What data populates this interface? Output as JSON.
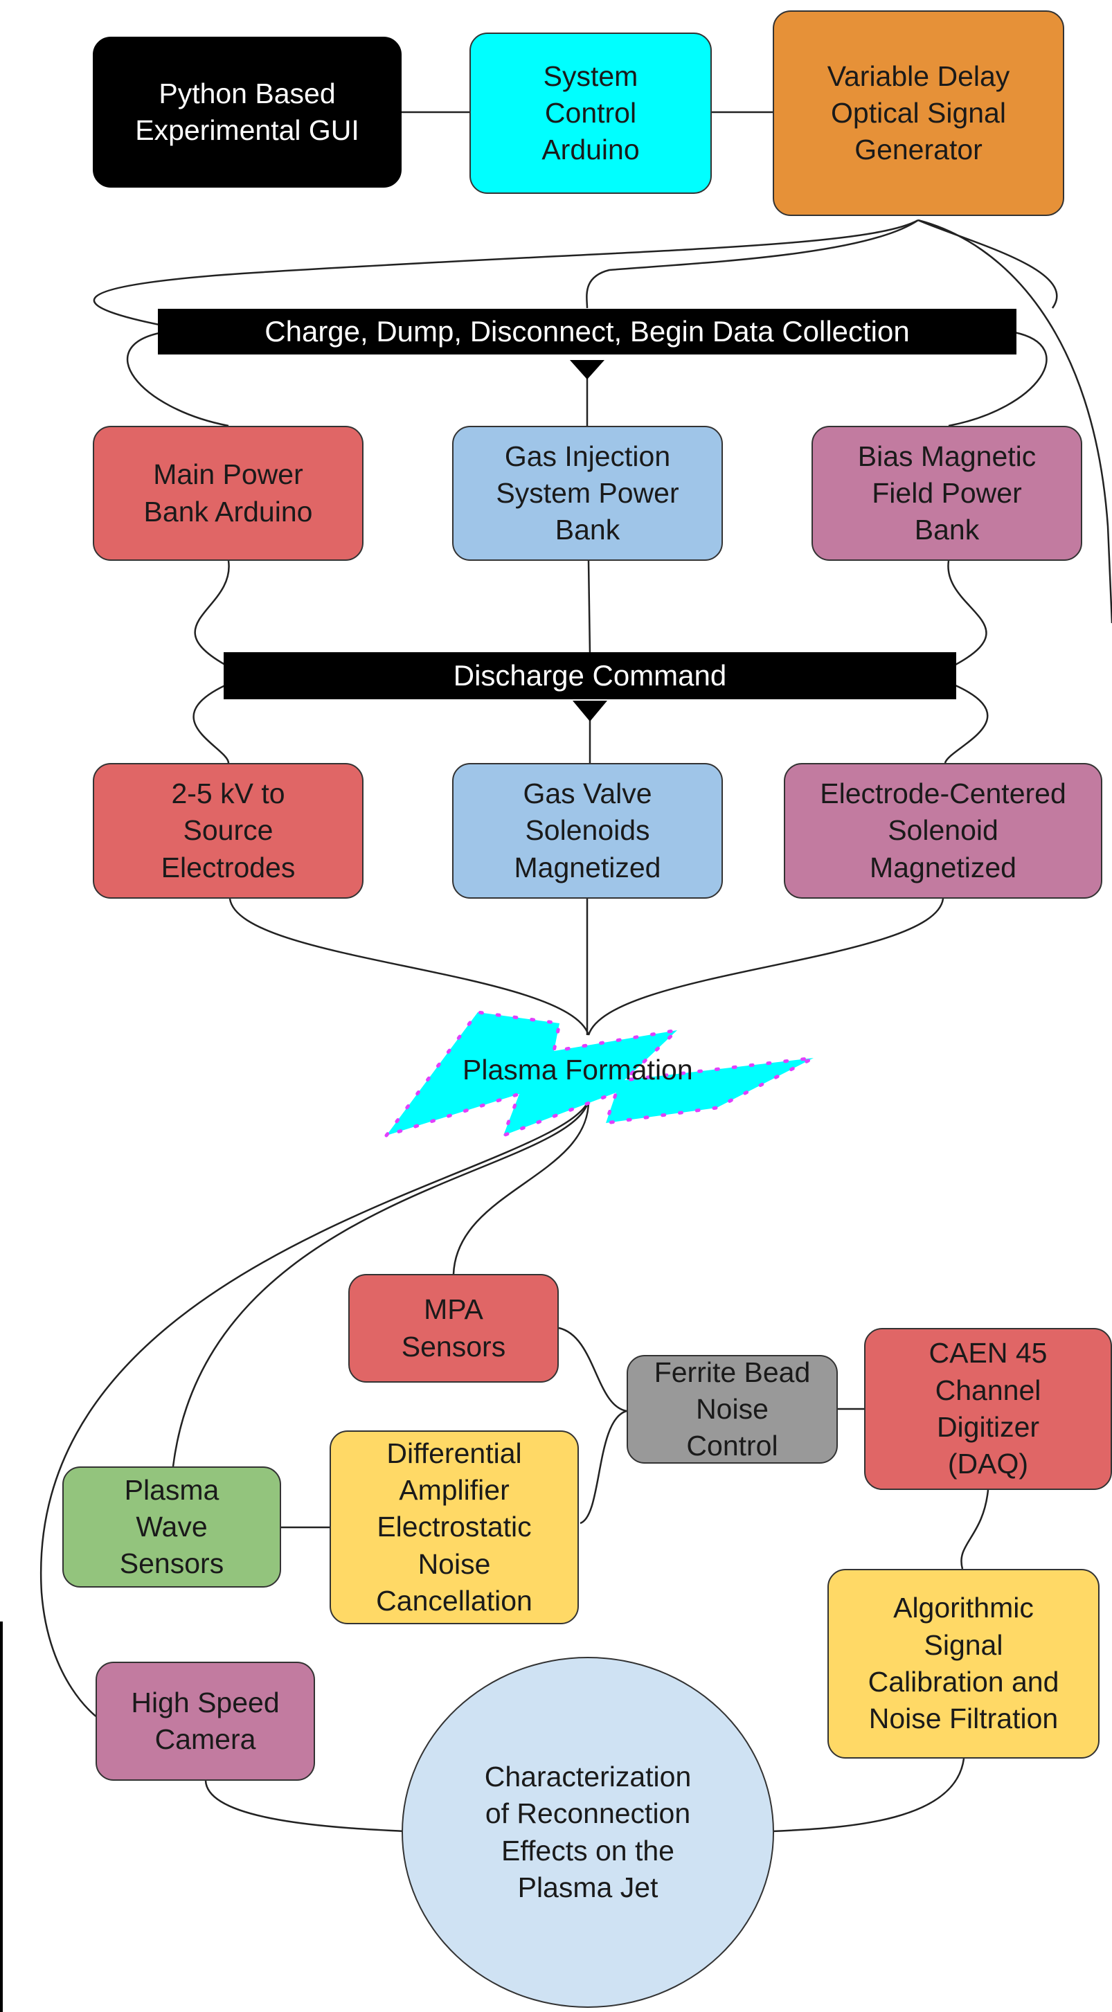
{
  "diagram": {
    "nodes": {
      "python_gui": "Python Based\nExperimental GUI",
      "system_arduino": "System\nControl\nArduino",
      "delay_generator": "Variable Delay\nOptical Signal\nGenerator",
      "main_power": "Main Power\nBank Arduino",
      "gas_injection": "Gas Injection\nSystem Power\nBank",
      "bias_magnetic": "Bias Magnetic\nField Power\nBank",
      "source_electrodes": "2-5 kV to\nSource\nElectrodes",
      "gas_valve": "Gas Valve\nSolenoids\nMagnetized",
      "electrode_solenoid": "Electrode-Centered\nSolenoid\nMagnetized",
      "plasma_formation": "Plasma Formation",
      "mpa_sensors": "MPA\nSensors",
      "ferrite_bead": "Ferrite Bead\nNoise\nControl",
      "caen_digitizer": "CAEN 45\nChannel\nDigitizer\n(DAQ)",
      "plasma_wave": "Plasma\nWave\nSensors",
      "diff_amplifier": "Differential\nAmplifier\nElectrostatic\nNoise\nCancellation",
      "high_speed_camera": "High Speed\nCamera",
      "algorithmic_signal": "Algorithmic\nSignal\nCalibration and\nNoise Filtration",
      "characterization": "Characterization\nof Reconnection\nEffects on the\nPlasma Jet"
    },
    "bars": {
      "charge_bar": "Charge, Dump, Disconnect, Begin Data Collection",
      "discharge_bar": "Discharge Command"
    },
    "colors": {
      "black": "#000000",
      "cyan": "#00ffff",
      "orange": "#e69138",
      "red": "#e06666",
      "blue": "#9fc5e8",
      "purple": "#c27ba0",
      "gray": "#999999",
      "green": "#93c47d",
      "yellow": "#ffd966",
      "light_blue": "#cfe2f3",
      "plasma_dots": "#e040fb"
    }
  }
}
